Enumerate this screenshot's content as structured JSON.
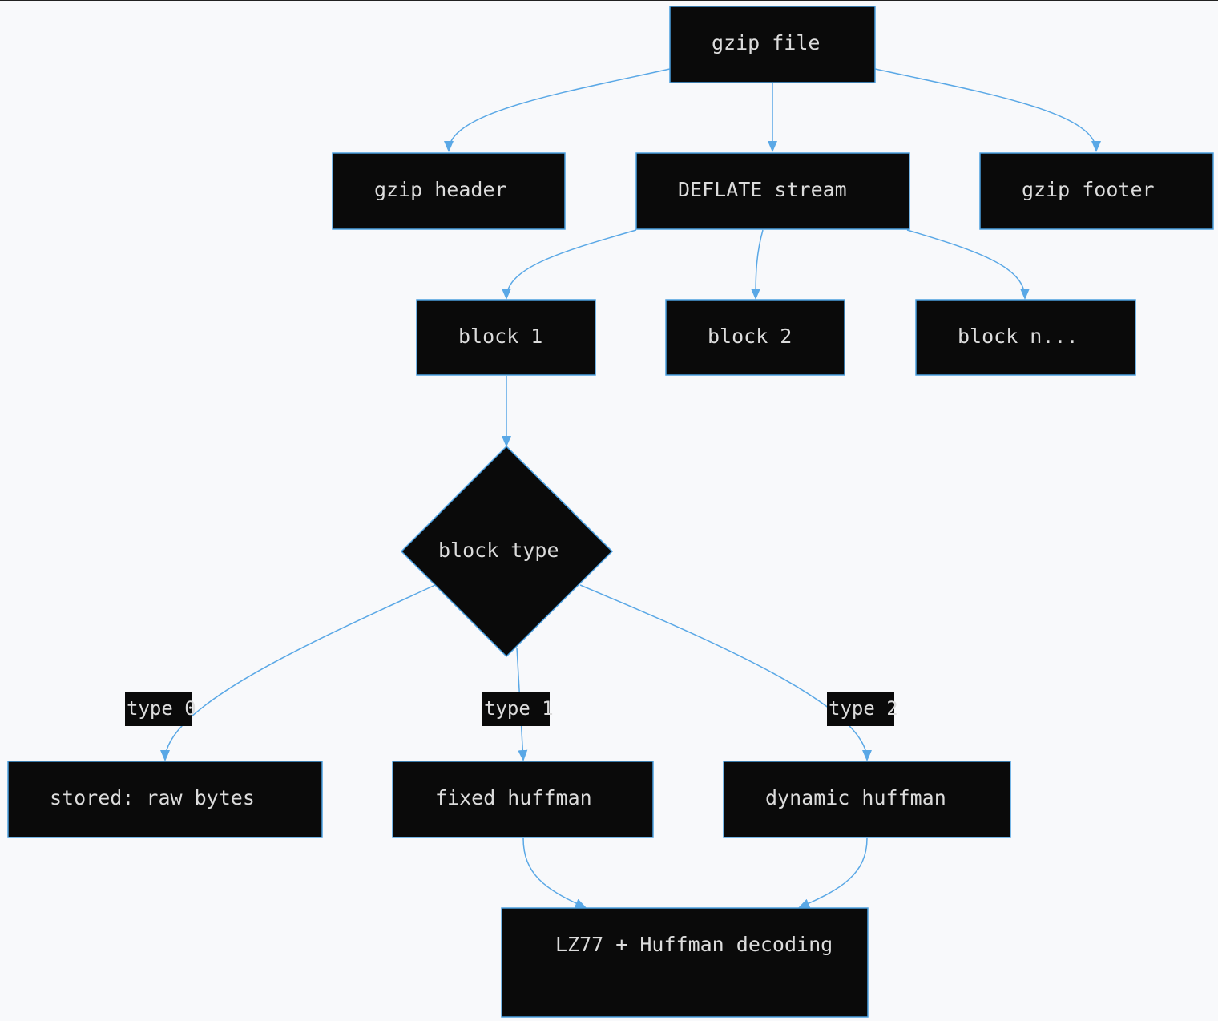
{
  "diagram": {
    "nodes": {
      "gzip_file": "gzip file",
      "gzip_header": "gzip header",
      "deflate_stream": "DEFLATE stream",
      "gzip_footer": "gzip footer",
      "block_1": "block 1",
      "block_2": "block 2",
      "block_n": "block n...",
      "block_type": "block type",
      "stored": "stored: raw bytes",
      "fixed_huffman": "fixed huffman",
      "dynamic_huffman": "dynamic huffman",
      "lz77_huffman": "LZ77 + Huffman decoding"
    },
    "edge_labels": {
      "type_0": "type 0",
      "type_1": "type 1",
      "type_2": "type 2"
    },
    "colors": {
      "node_fill": "#0a0a0a",
      "node_stroke": "#4a9fe0",
      "edge": "#5aa8e6",
      "text": "#dcdcdc",
      "background": "#f8f9fb"
    }
  }
}
